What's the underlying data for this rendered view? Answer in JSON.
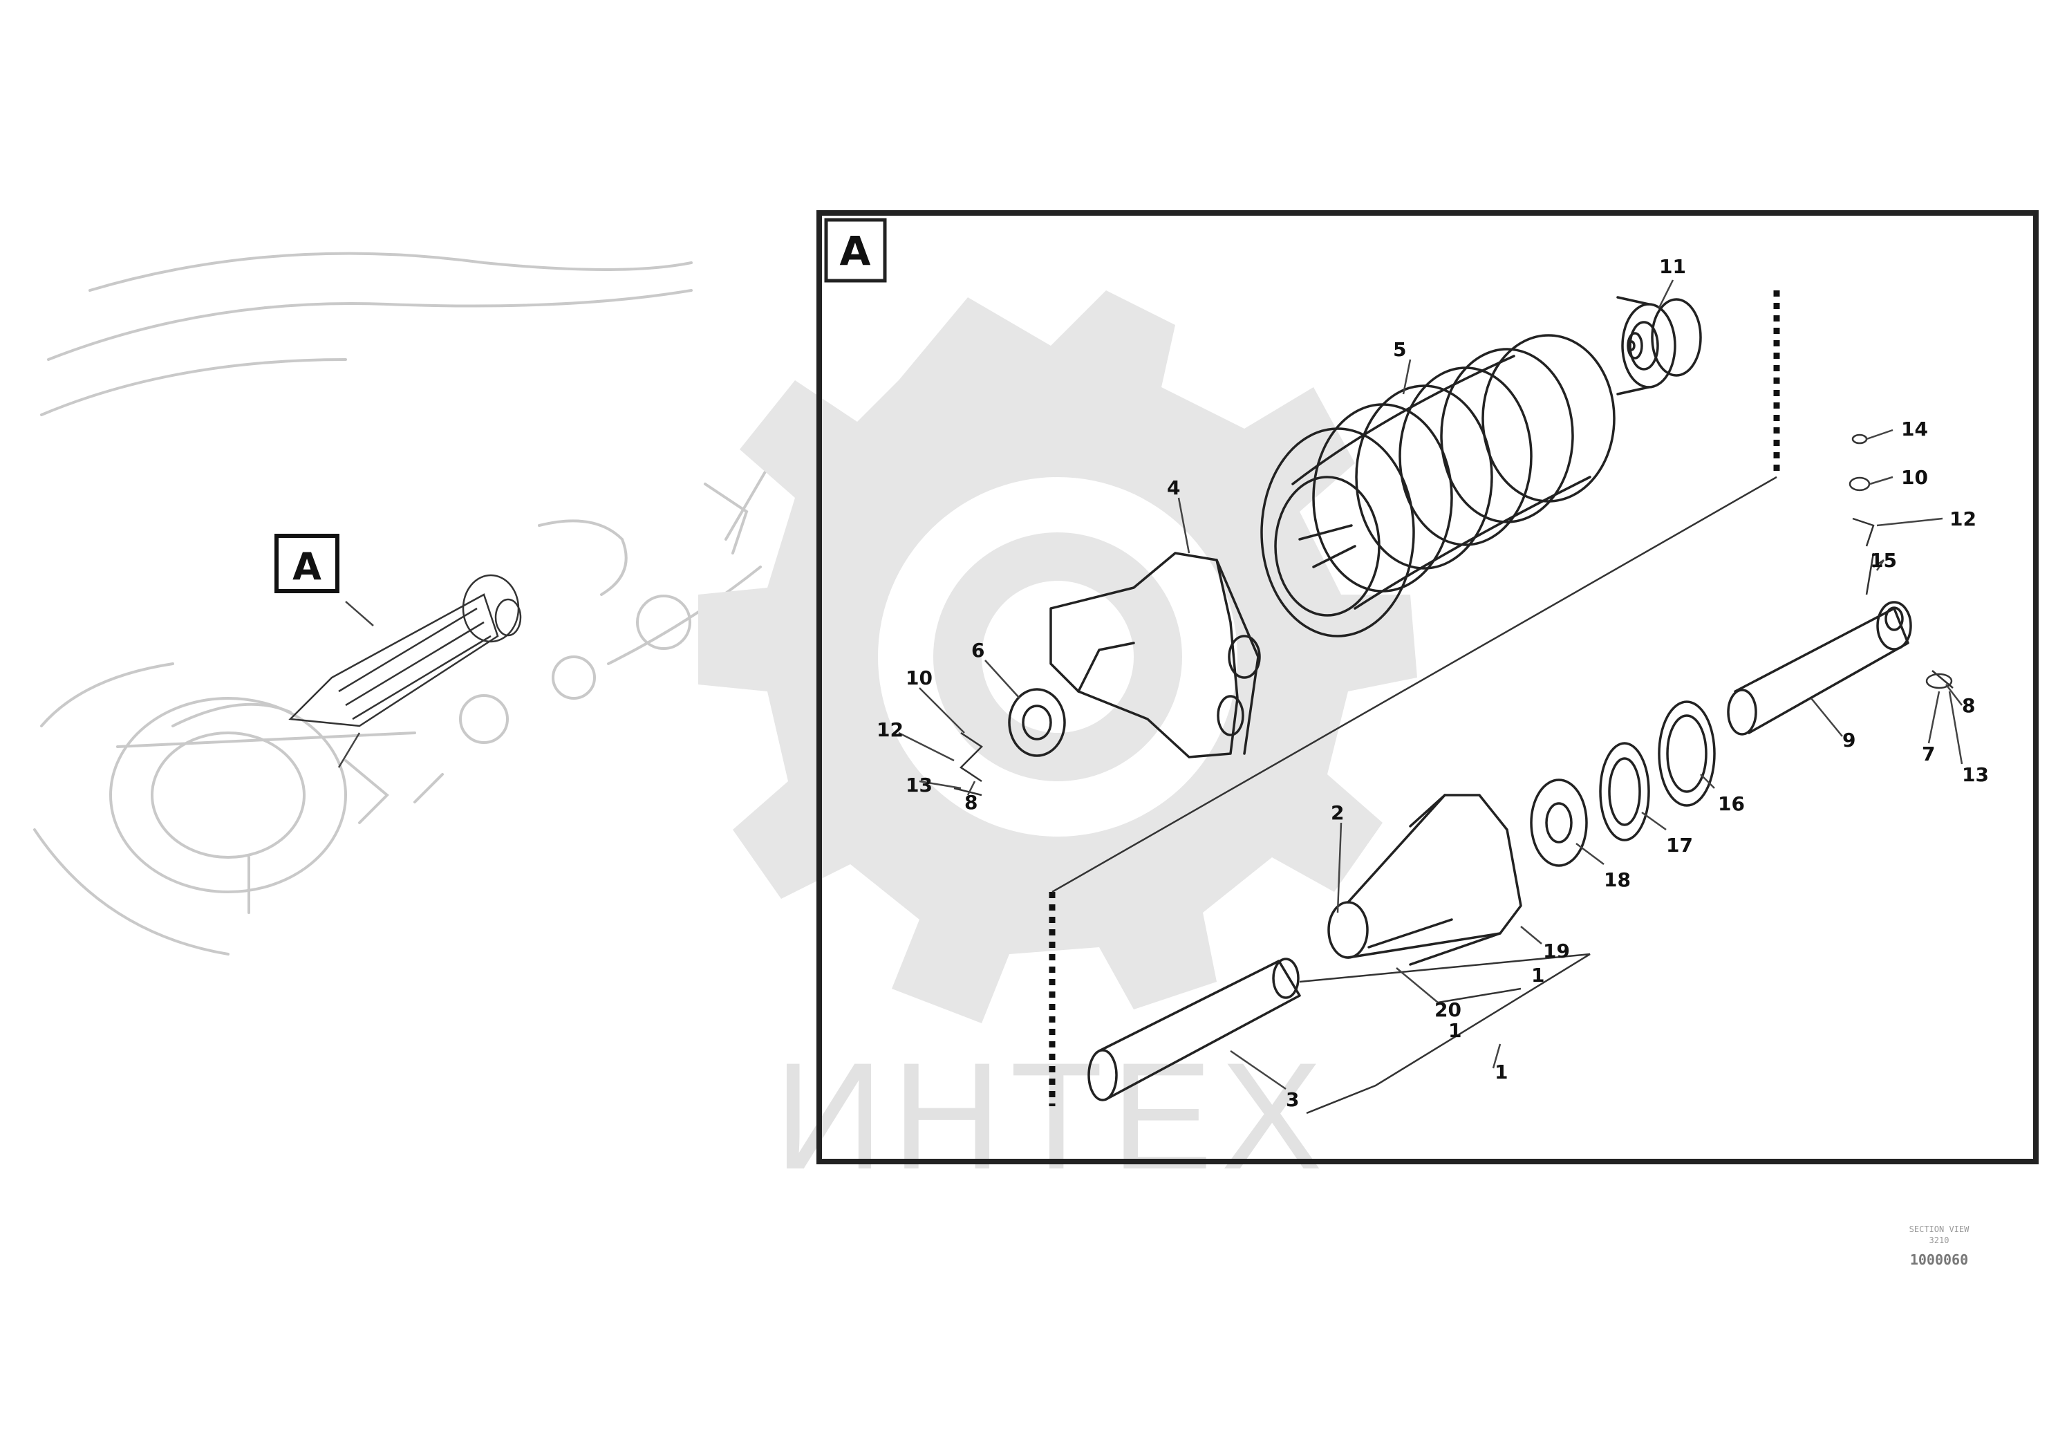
{
  "detail_marker": "A",
  "watermark_text": "ИНТЕХ",
  "part_labels": [
    {
      "id": "p11",
      "text": "11"
    },
    {
      "id": "p5",
      "text": "5"
    },
    {
      "id": "p4",
      "text": "4"
    },
    {
      "id": "p6",
      "text": "6"
    },
    {
      "id": "p10a",
      "text": "10"
    },
    {
      "id": "p12a",
      "text": "12"
    },
    {
      "id": "p13a",
      "text": "13"
    },
    {
      "id": "p8a",
      "text": "8"
    },
    {
      "id": "p14",
      "text": "14"
    },
    {
      "id": "p10b",
      "text": "10"
    },
    {
      "id": "p12b",
      "text": "12"
    },
    {
      "id": "p15",
      "text": "15"
    },
    {
      "id": "p9",
      "text": "9"
    },
    {
      "id": "p8b",
      "text": "8"
    },
    {
      "id": "p7",
      "text": "7"
    },
    {
      "id": "p13b",
      "text": "13"
    },
    {
      "id": "p2",
      "text": "2"
    },
    {
      "id": "p16",
      "text": "16"
    },
    {
      "id": "p17",
      "text": "17"
    },
    {
      "id": "p18",
      "text": "18"
    },
    {
      "id": "p19",
      "text": "19"
    },
    {
      "id": "p20",
      "text": "20"
    },
    {
      "id": "p3",
      "text": "3"
    },
    {
      "id": "p1a",
      "text": "1"
    },
    {
      "id": "p1b",
      "text": "1"
    },
    {
      "id": "p1c",
      "text": "1"
    }
  ],
  "reference": {
    "line1": "SECTION VIEW",
    "line2": "3210",
    "drawing_number": "1000060"
  }
}
